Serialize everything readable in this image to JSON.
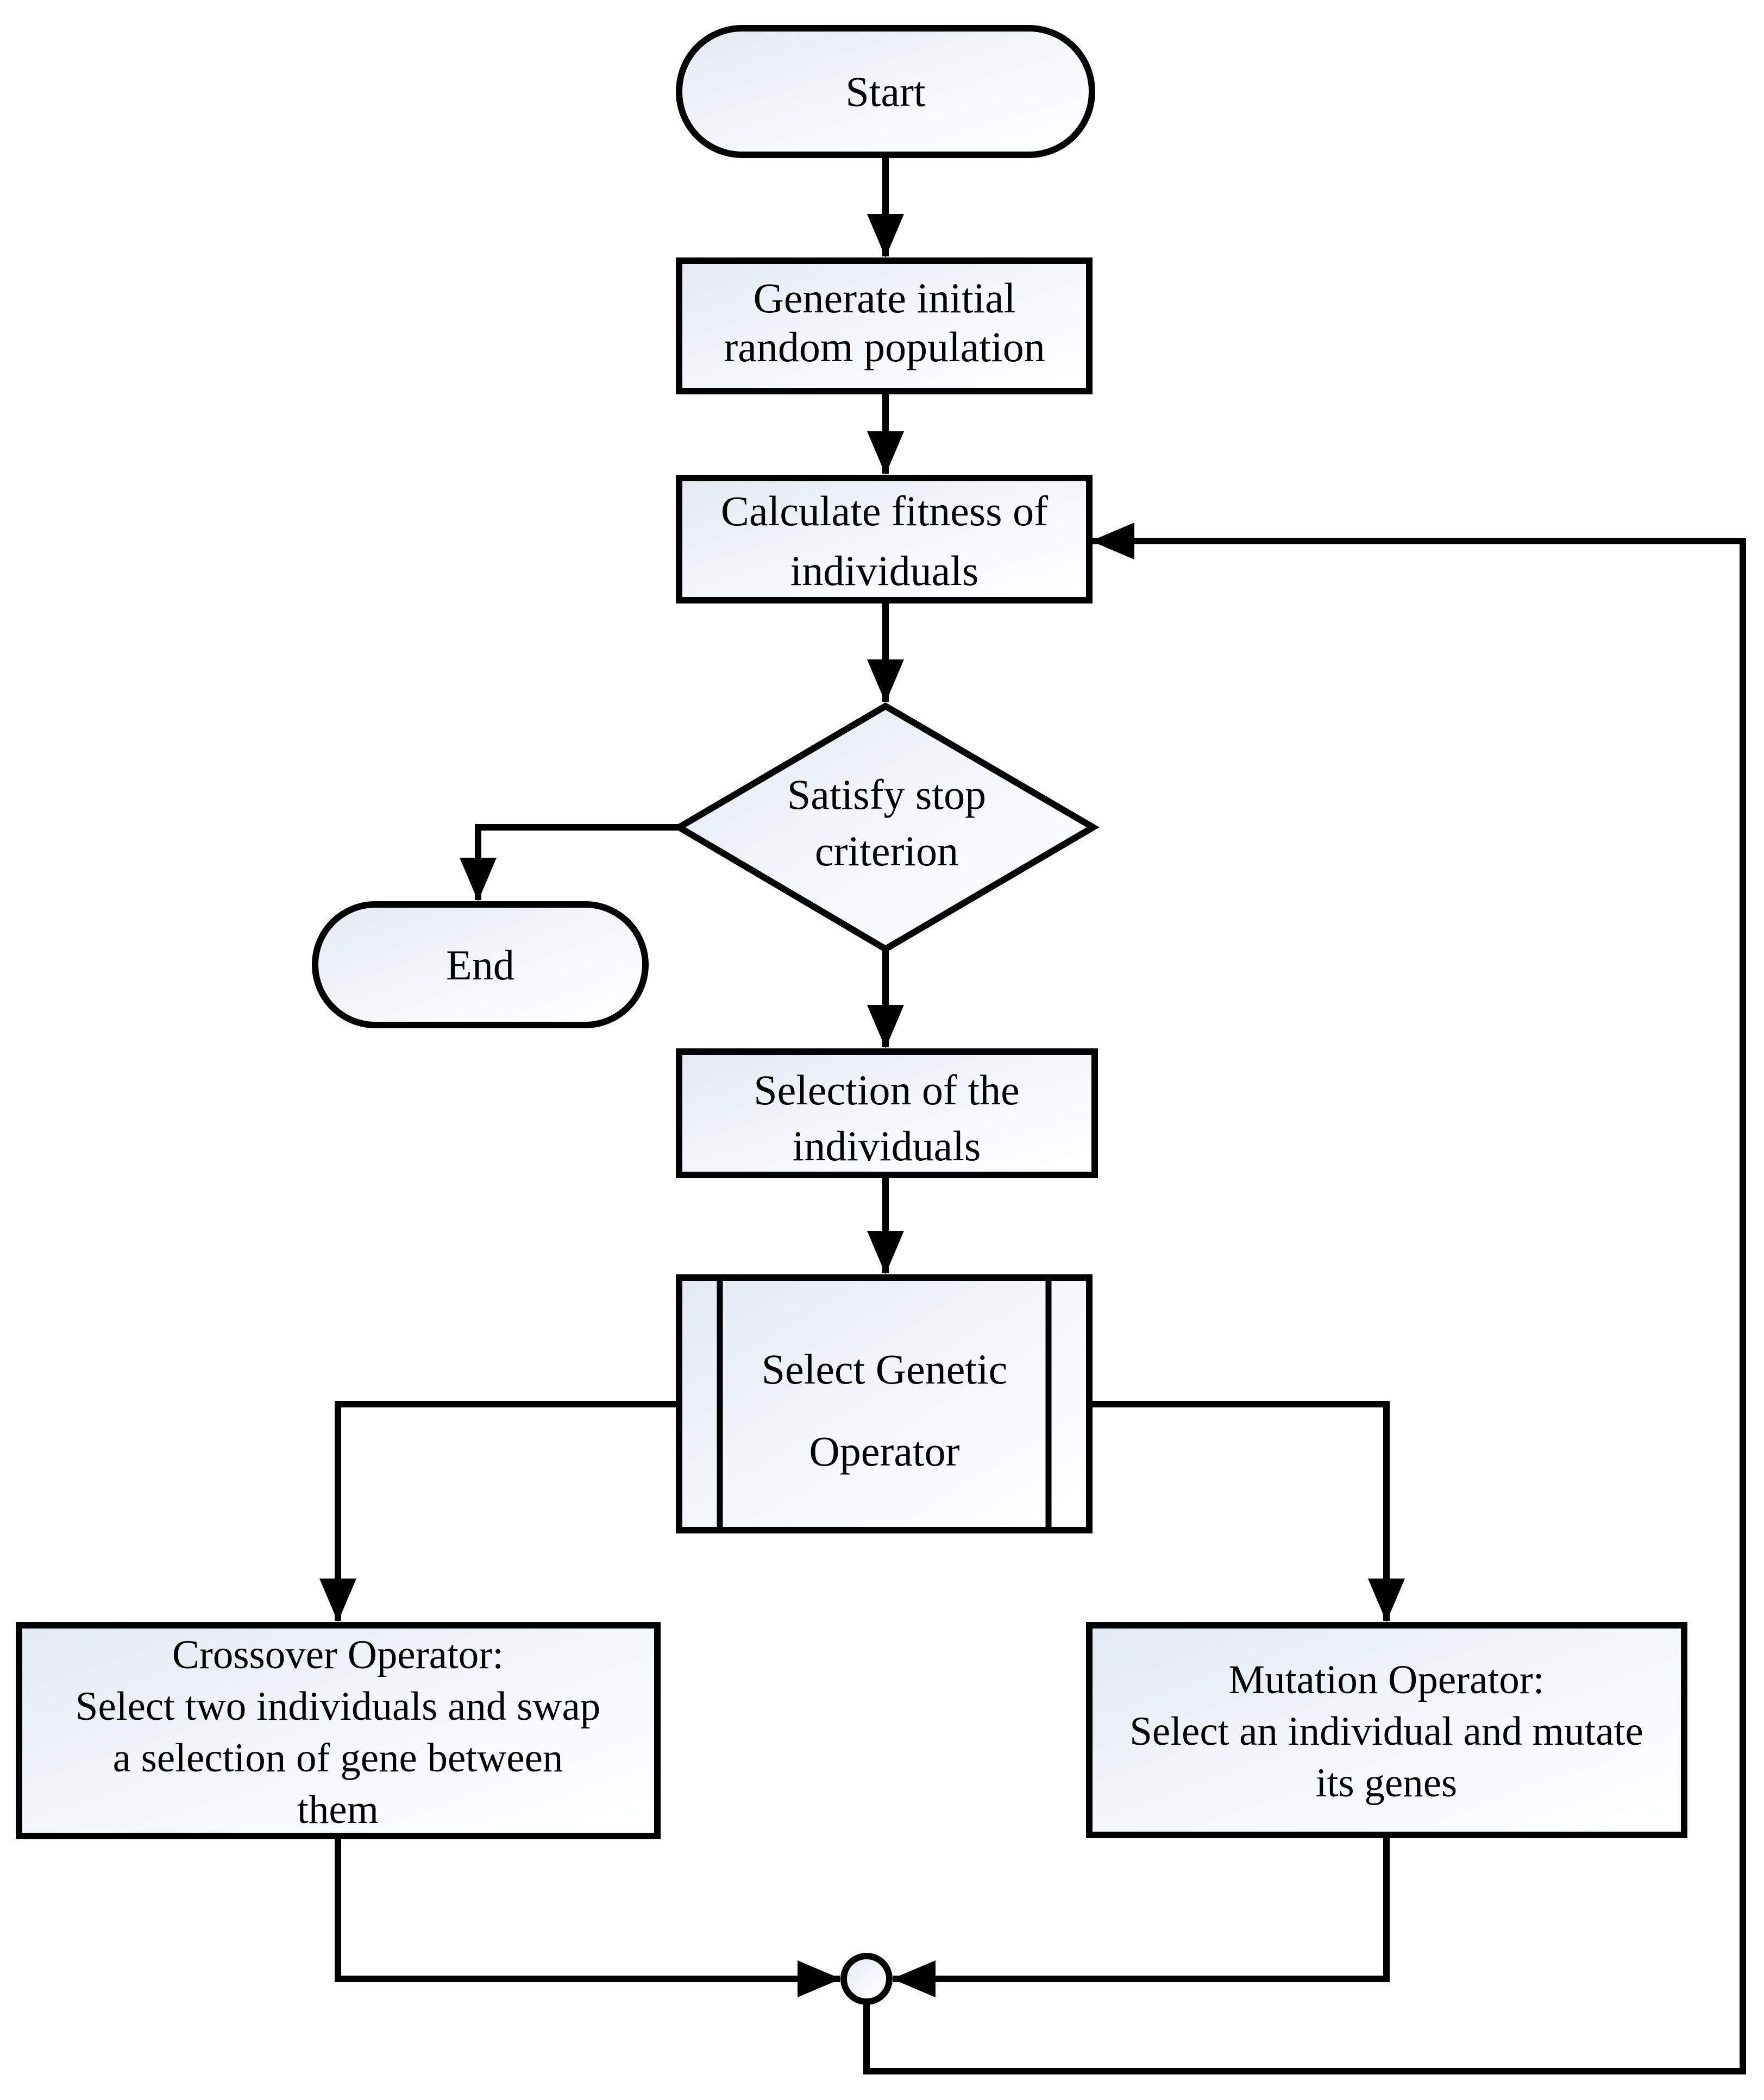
{
  "diagram": {
    "background_color": "#ffffff",
    "stroke_color": "#000000",
    "shape_fill_top_left": "#e3e9f2",
    "shape_fill_bottom_right": "#ffffff"
  },
  "nodes": {
    "start": {
      "shape": "terminator",
      "label": "Start"
    },
    "generate": {
      "shape": "process",
      "lines": [
        "Generate initial",
        "random population"
      ]
    },
    "calculate": {
      "shape": "process",
      "lines": [
        "Calculate fitness of",
        "individuals"
      ]
    },
    "stop_criterion": {
      "shape": "decision",
      "lines": [
        "Satisfy stop",
        "criterion"
      ]
    },
    "end": {
      "shape": "terminator",
      "label": "End"
    },
    "selection": {
      "shape": "process",
      "lines": [
        "Selection of the",
        "individuals"
      ]
    },
    "genetic_operator": {
      "shape": "predefined-process",
      "lines": [
        "Select Genetic",
        "Operator"
      ]
    },
    "crossover": {
      "shape": "process",
      "lines": [
        "Crossover Operator:",
        "Select two individuals and swap",
        "a selection of gene between",
        "them"
      ]
    },
    "mutation": {
      "shape": "process",
      "lines": [
        "Mutation Operator:",
        "Select an individual and mutate",
        "its genes"
      ]
    },
    "junction": {
      "shape": "connector-circle"
    }
  }
}
